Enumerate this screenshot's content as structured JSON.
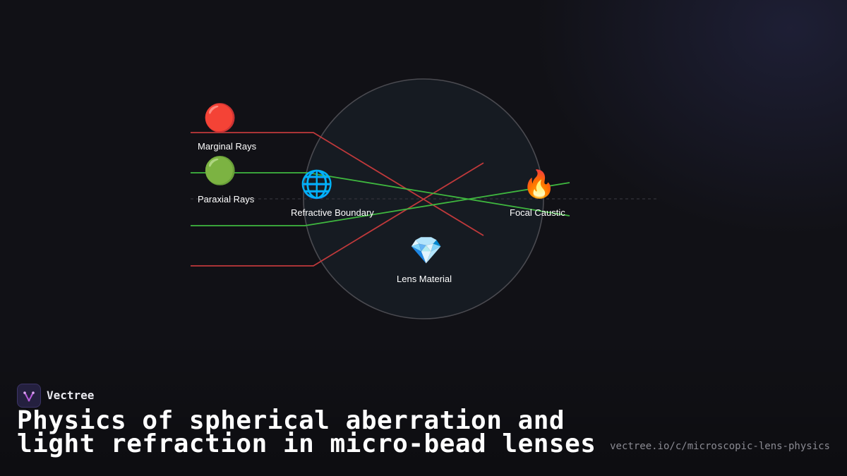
{
  "diagram": {
    "nodes": [
      {
        "id": "marginal",
        "label": "Marginal Rays",
        "icon": "red-circle-icon",
        "glyph": "🔴"
      },
      {
        "id": "paraxial",
        "label": "Paraxial Rays",
        "icon": "green-circle-icon",
        "glyph": "🟢"
      },
      {
        "id": "boundary",
        "label": "Refractive Boundary",
        "icon": "globe-icon",
        "glyph": "🌐"
      },
      {
        "id": "caustic",
        "label": "Focal Caustic",
        "icon": "fire-icon",
        "glyph": "🔥"
      },
      {
        "id": "material",
        "label": "Lens Material",
        "icon": "gem-icon",
        "glyph": "💎"
      }
    ],
    "colors": {
      "marginal_ray": "#c0393b",
      "paraxial_ray": "#3fb83f",
      "lens_fill": "#161b22",
      "lens_stroke": "#4a4a50",
      "axis": "#3a3a42"
    }
  },
  "brand": {
    "name": "Vectree",
    "icon": "vectree-logo-icon"
  },
  "title": "Physics of spherical aberration and light refraction in micro-bead lenses",
  "url": "vectree.io/c/microscopic-lens-physics"
}
